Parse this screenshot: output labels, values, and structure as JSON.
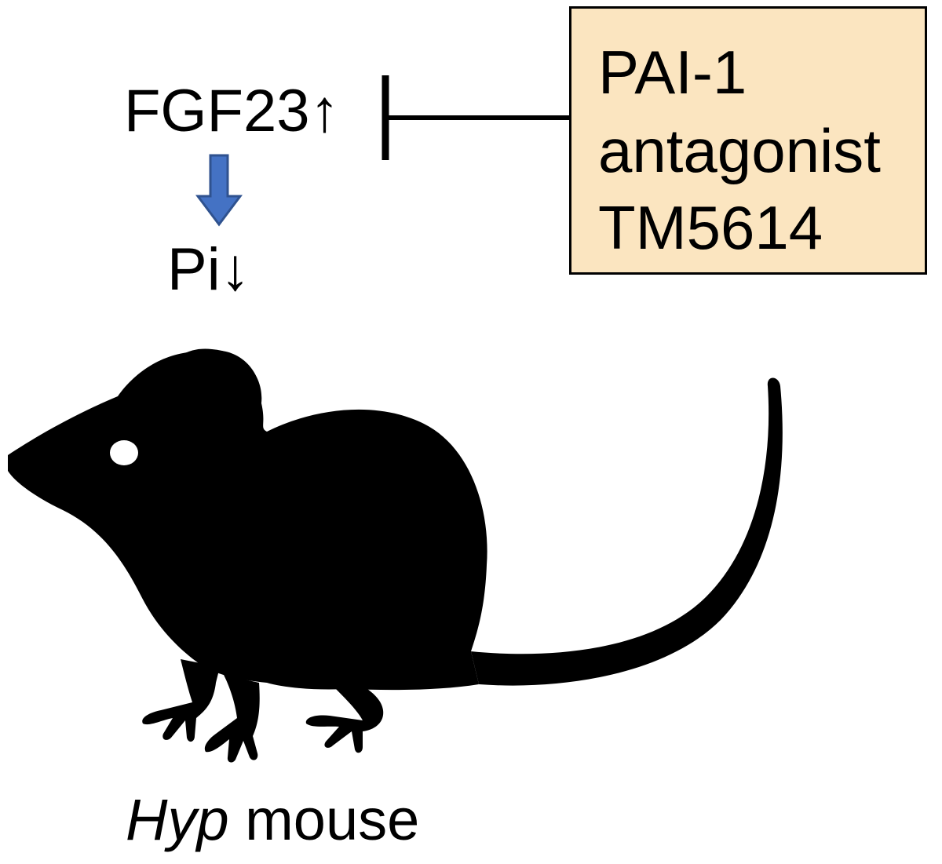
{
  "diagram": {
    "hormone_label": "FGF23↑",
    "phosphate_label": "Pi↓",
    "drug_box": {
      "lines": [
        "PAI-1",
        "antagonist",
        "TM5614"
      ]
    },
    "caption": {
      "italic": "Hyp",
      "rest": " mouse"
    },
    "colors": {
      "arrow_fill": "#4472c4",
      "arrow_stroke": "#2f528f",
      "box_fill": "#fbe5c0",
      "silhouette": "#000000"
    },
    "icons": {
      "arrow": "down-arrow-icon",
      "inhibition": "inhibition-bar-icon",
      "animal": "mouse-silhouette-icon"
    }
  }
}
